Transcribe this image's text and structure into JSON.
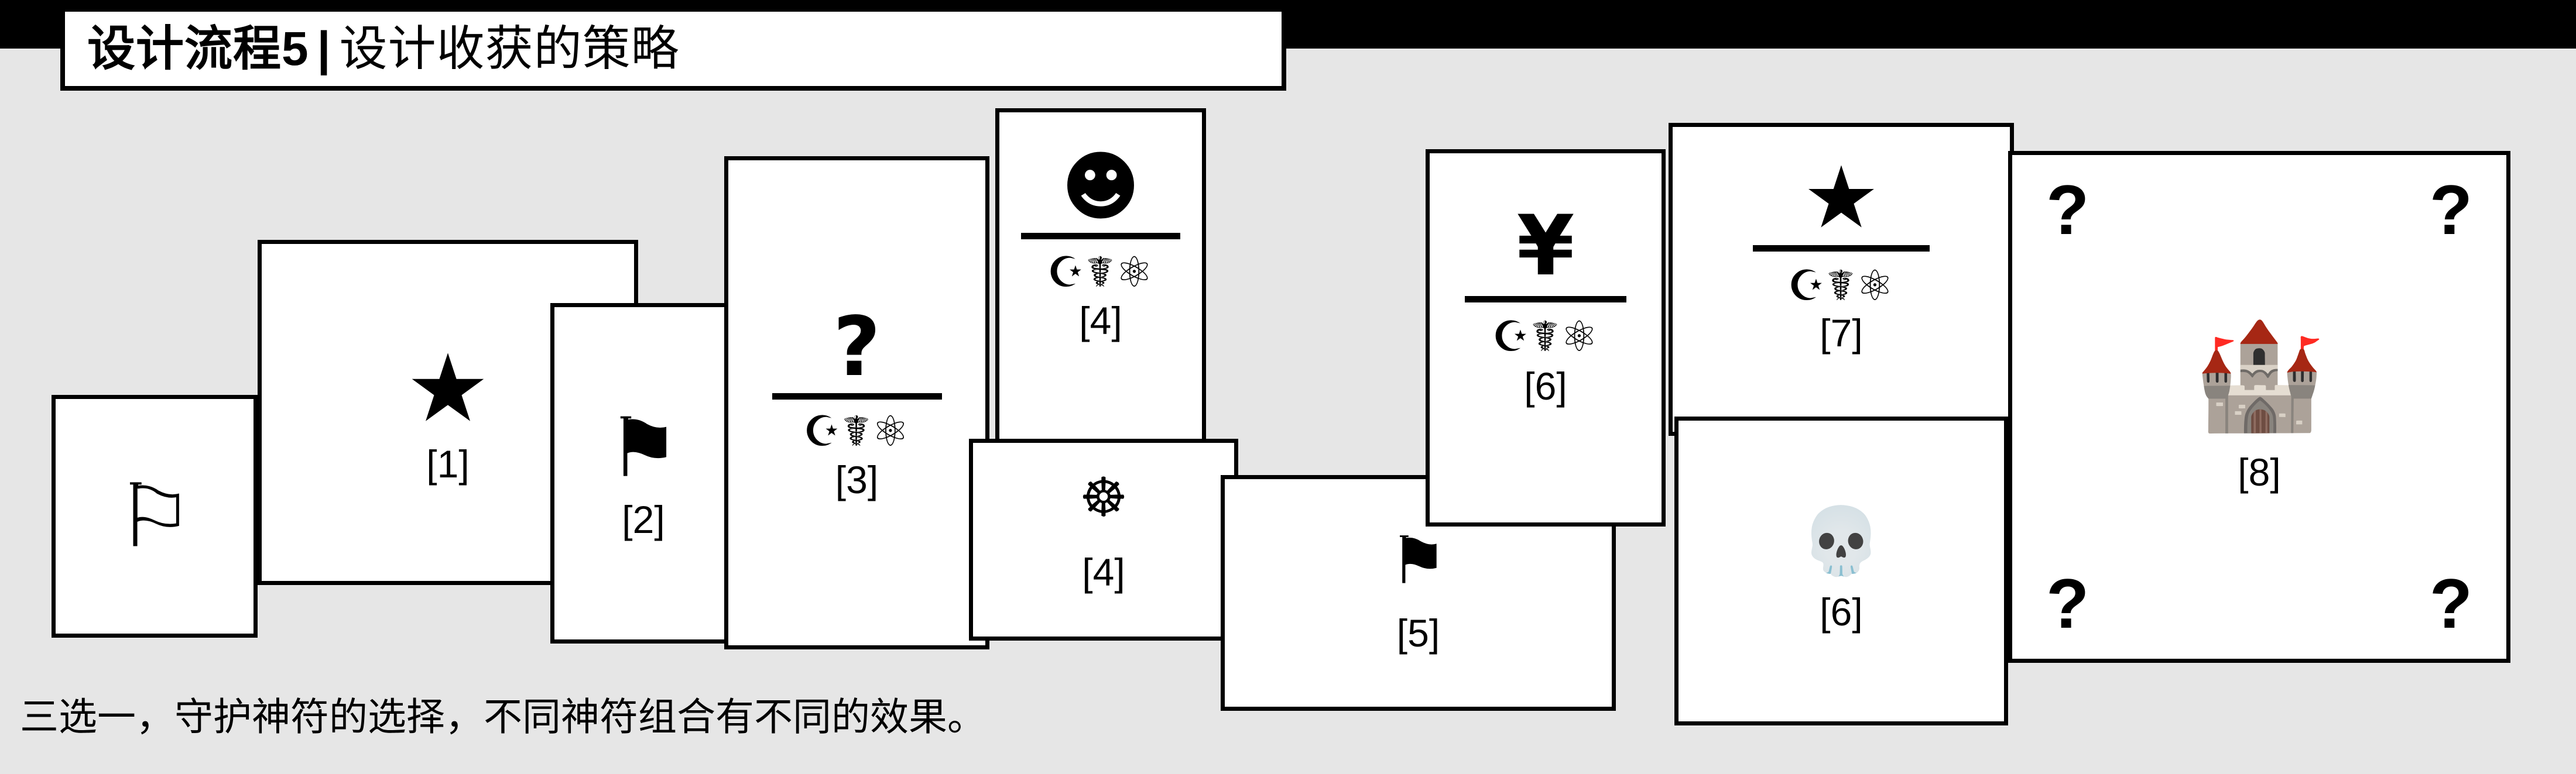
{
  "header": {
    "title_bold": "设计流程5",
    "title_separator": "|",
    "title_rest": "设计收获的策略"
  },
  "caption": "三选一，守护神符的选择，不同神符组合有不同的效果。",
  "runes": "☪☤⚛",
  "question_mark": "?",
  "cards": [
    {
      "id": "card-flag-outline",
      "icon": "⚐",
      "icon_name": "flag-outline-icon",
      "index": ""
    },
    {
      "id": "card-1",
      "icon": "★",
      "icon_name": "star-icon",
      "index": "[1]"
    },
    {
      "id": "card-2",
      "icon": "⚑",
      "icon_name": "flag-filled-icon",
      "index": "[2]"
    },
    {
      "id": "card-3",
      "icon": "?",
      "icon_name": "question-mark-icon",
      "index": "[3]"
    },
    {
      "id": "card-4-smiley",
      "icon": "☻",
      "icon_name": "smiley-face-icon",
      "index": "[4]"
    },
    {
      "id": "card-4-wheel",
      "icon": "☸",
      "icon_name": "dharma-wheel-icon",
      "index": "[4]"
    },
    {
      "id": "card-5",
      "icon": "⚑",
      "icon_name": "flag-filled-icon",
      "index": "[5]"
    },
    {
      "id": "card-6-yen",
      "icon": "¥",
      "icon_name": "yen-sign-icon",
      "index": "[6]"
    },
    {
      "id": "card-6-skull",
      "icon": "💀",
      "icon_name": "skull-icon",
      "index": "[6]"
    },
    {
      "id": "card-7",
      "icon": "★",
      "icon_name": "star-icon",
      "index": "[7]"
    },
    {
      "id": "card-8",
      "icon": "🏰",
      "icon_name": "castle-icon",
      "index": "[8]"
    }
  ],
  "colors": {
    "background": "#e6e6e6",
    "ink": "#000000",
    "card_face": "#ffffff"
  }
}
